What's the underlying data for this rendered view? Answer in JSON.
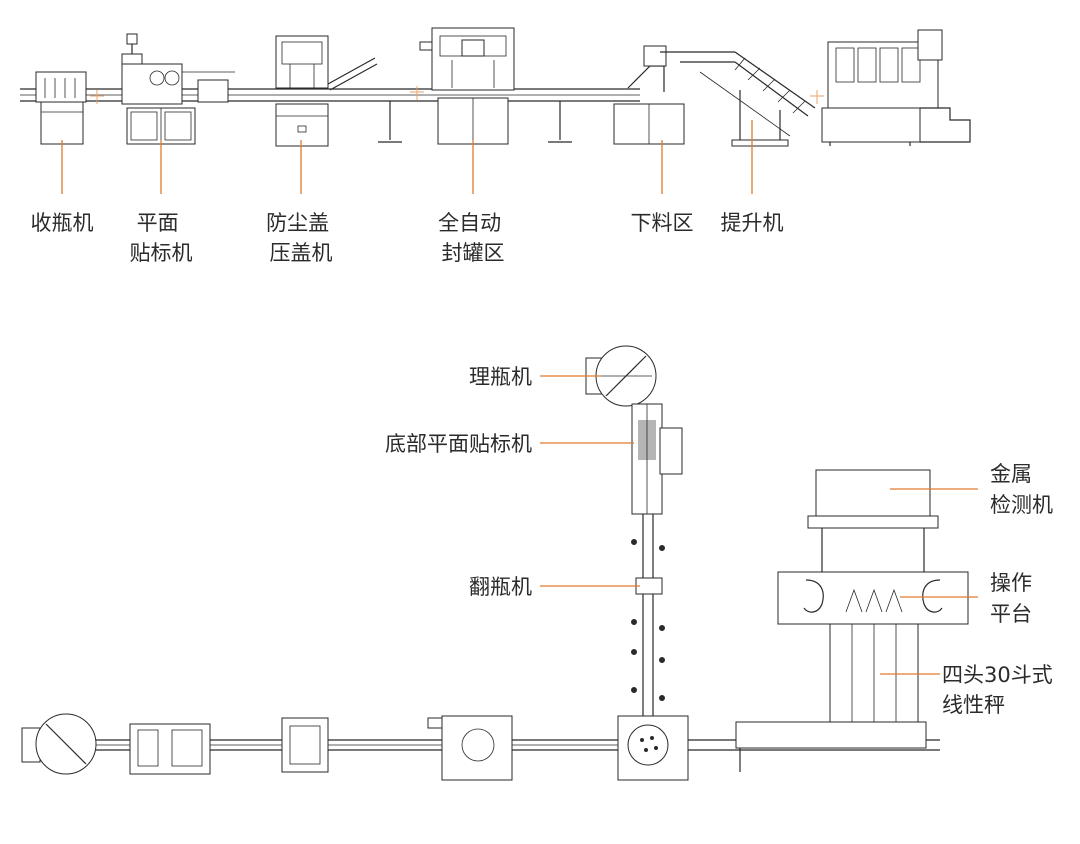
{
  "colors": {
    "line": "#2a2a2a",
    "leader": "#e07b2e",
    "text": "#2b2b2b",
    "background": "#ffffff"
  },
  "top_line": {
    "labels": [
      {
        "id": "bottle-collector",
        "lines": [
          "收瓶机"
        ]
      },
      {
        "id": "flat-labeler",
        "lines": [
          "平面",
          "贴标机"
        ]
      },
      {
        "id": "dust-cap-press",
        "lines": [
          "防尘盖",
          "压盖机"
        ]
      },
      {
        "id": "auto-seaming",
        "lines": [
          "全自动",
          "封罐区"
        ]
      },
      {
        "id": "discharge-zone",
        "lines": [
          "下料区"
        ]
      },
      {
        "id": "elevator",
        "lines": [
          "提升机"
        ]
      }
    ]
  },
  "layout_line": {
    "labels": [
      {
        "id": "bottle-unscrambler",
        "lines": [
          "理瓶机"
        ]
      },
      {
        "id": "bottom-labeler",
        "lines": [
          "底部平面贴标机"
        ]
      },
      {
        "id": "bottle-turner",
        "lines": [
          "翻瓶机"
        ]
      },
      {
        "id": "metal-detector",
        "lines": [
          "金属",
          "检测机"
        ]
      },
      {
        "id": "operating-platform",
        "lines": [
          "操作",
          "平台"
        ]
      },
      {
        "id": "linear-weigher",
        "lines": [
          "四头30斗式",
          "线性秤"
        ]
      }
    ]
  }
}
